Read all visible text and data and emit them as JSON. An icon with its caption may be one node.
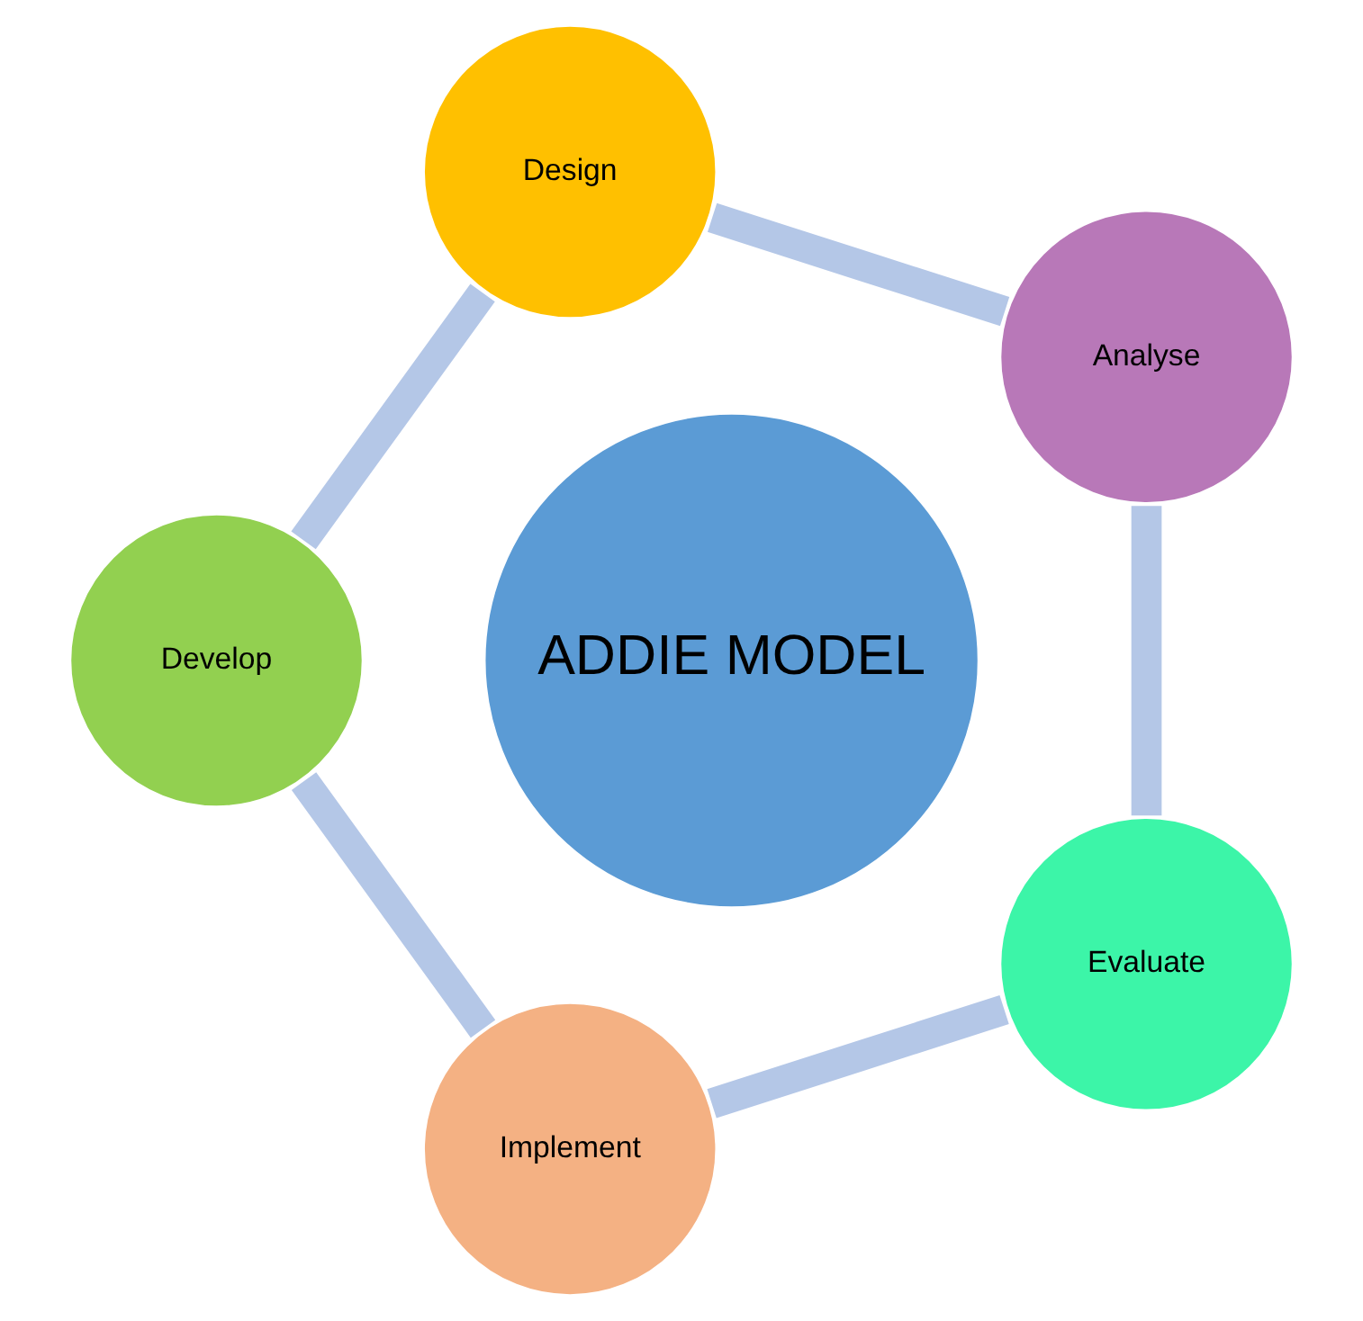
{
  "diagram": {
    "nodes": [
      {
        "text": [
          "ADDIE MODEL"
        ]
      },
      {
        "text": [
          "Analyse"
        ]
      },
      {
        "text": [
          "Design"
        ]
      },
      {
        "text": [
          "Develop"
        ]
      },
      {
        "text": [
          "Implement"
        ]
      },
      {
        "text": [
          "Evaluate"
        ]
      }
    ],
    "edges": [
      {
        "from": 1,
        "to": 2,
        "arrow": "none"
      },
      {
        "from": 2,
        "to": 3,
        "arrow": "none"
      },
      {
        "from": 3,
        "to": 4,
        "arrow": "none"
      },
      {
        "from": 4,
        "to": 5,
        "arrow": "none"
      },
      {
        "from": 5,
        "to": 1,
        "arrow": "none"
      }
    ]
  }
}
